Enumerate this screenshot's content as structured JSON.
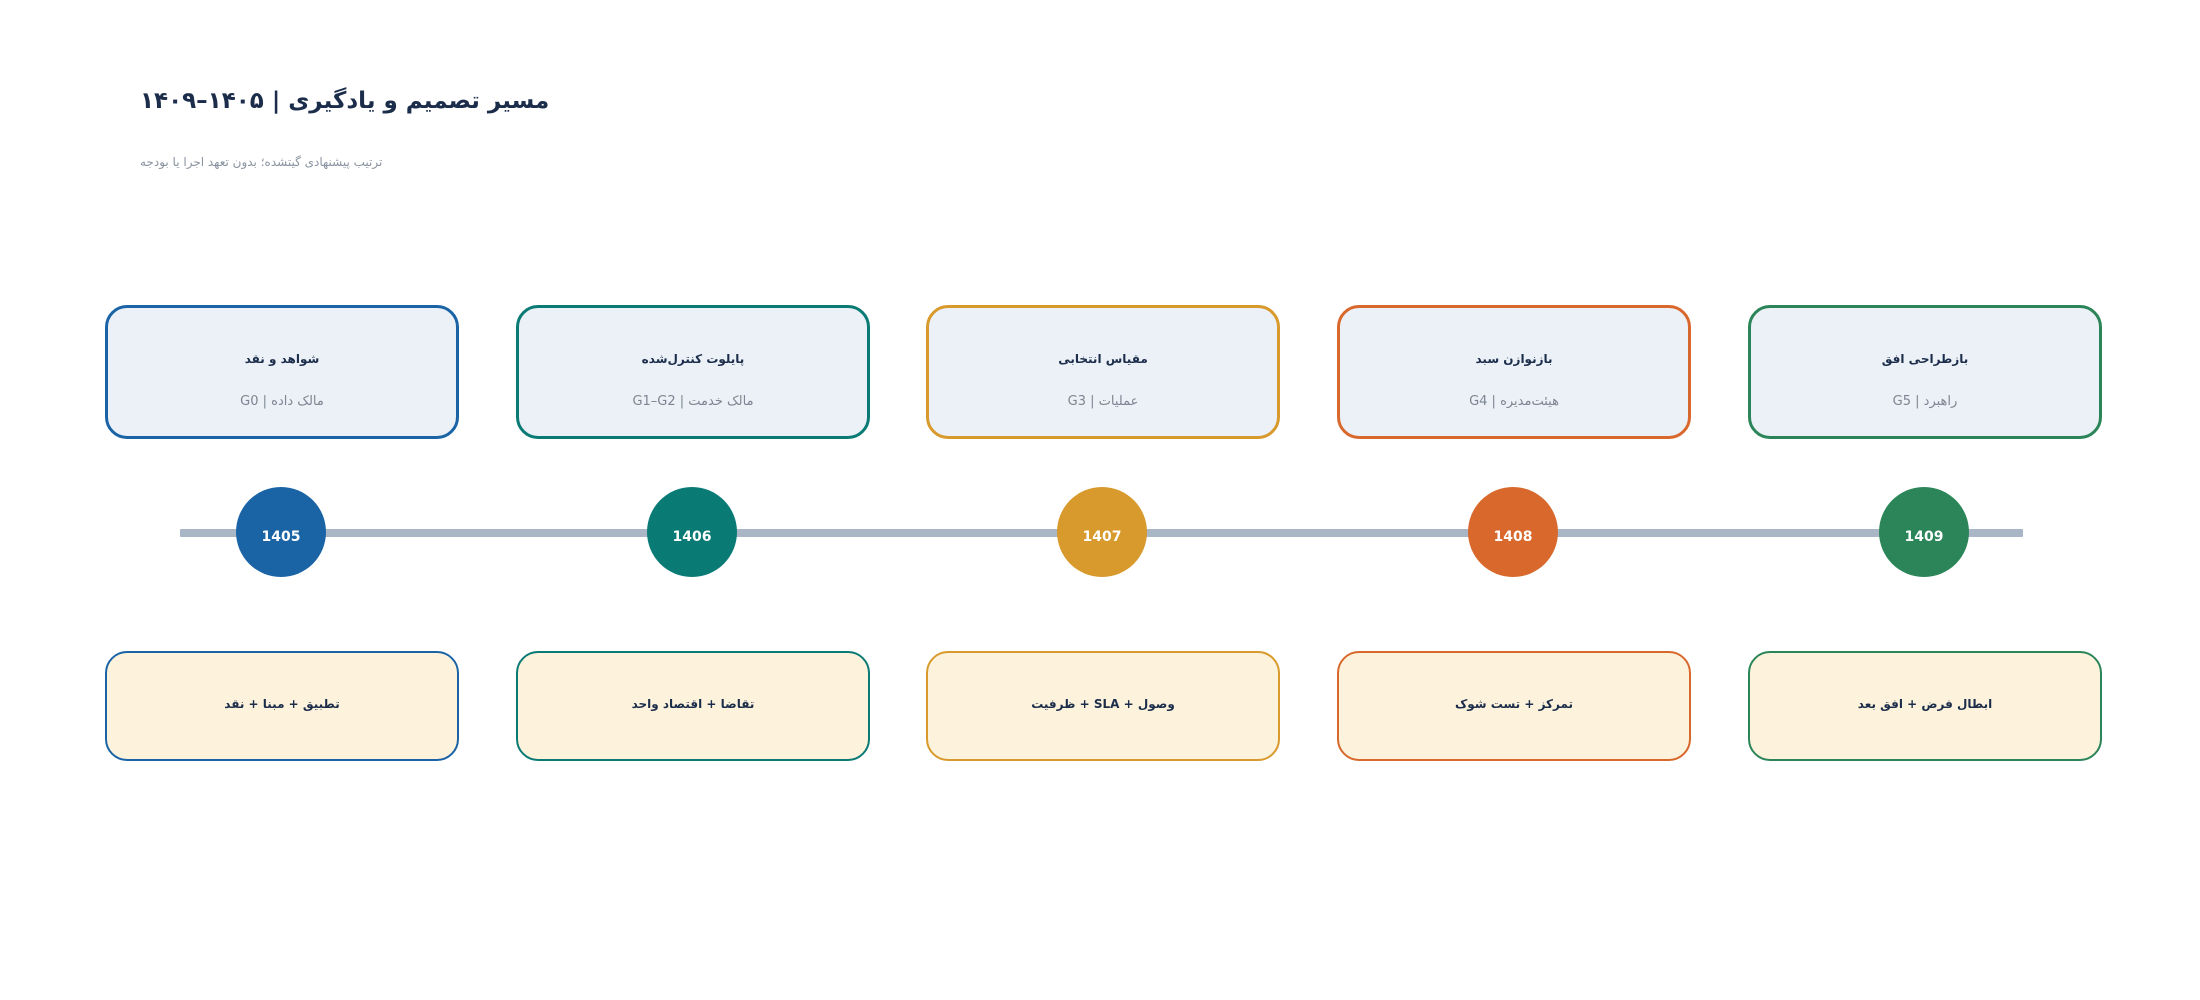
{
  "header": {
    "title": "مسیر تصمیم و یادگیری | ۱۴۰۵–۱۴۰۹",
    "subtitle": "ترتیب پیشنهادی گیتشده؛ بدون تعهد اجرا یا بودجه"
  },
  "colors": {
    "line": "#a9b6c5",
    "top_card_fill": "#ecf1f8",
    "bottom_card_fill": "#fdf3dc",
    "title_text": "#1b2d4a"
  },
  "stages": [
    {
      "year": "1405",
      "color": "#1a64a6",
      "top_title": "شواهد و نقد",
      "top_meta": "G0 | مالک داده",
      "bottom_text": "تطبیق + مبنا + نقد"
    },
    {
      "year": "1406",
      "color": "#0a7a75",
      "top_title": "پایلوت کنترل‌شده",
      "top_meta": "G1–G2 | مالک خدمت",
      "bottom_text": "تقاضا + اقتصاد واحد"
    },
    {
      "year": "1407",
      "color": "#d89a2c",
      "top_title": "مقیاس انتخابی",
      "top_meta": "G3 | عملیات",
      "bottom_text": "وصول + SLA + ظرفیت"
    },
    {
      "year": "1408",
      "color": "#d8682c",
      "top_title": "بازنوازن سبد",
      "top_meta": "G4 | هیئت‌مدیره",
      "bottom_text": "تمرکز + تست شوک"
    },
    {
      "year": "1409",
      "color": "#2b8558",
      "top_title": "بازطراحی افق",
      "top_meta": "G5 | راهبرد",
      "bottom_text": "ابطال فرض + افق بعد"
    }
  ]
}
